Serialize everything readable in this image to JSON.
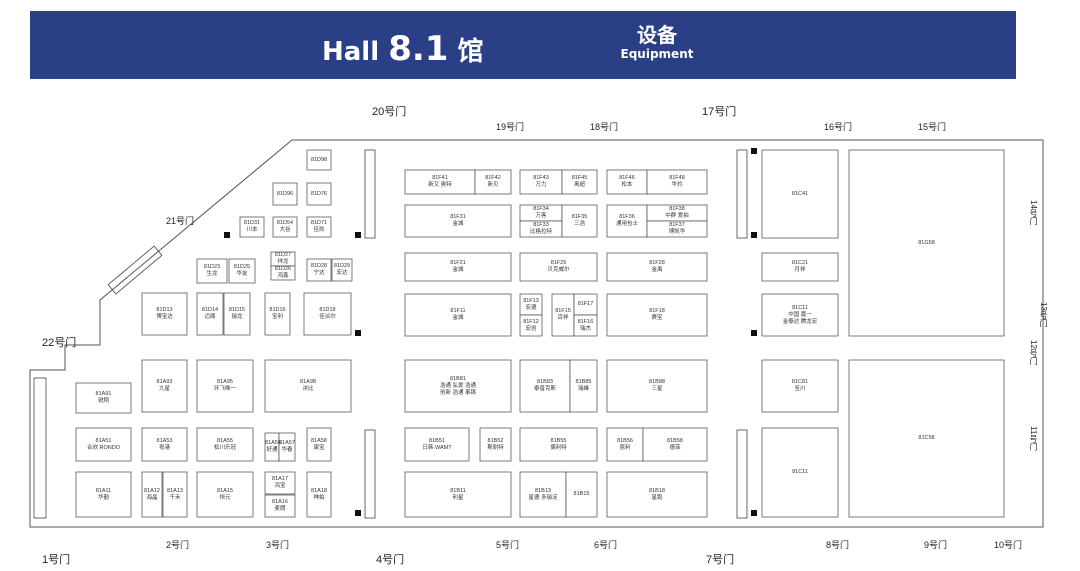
{
  "banner": {
    "hall_prefix": "Hall ",
    "hall_number": "8.1",
    "hall_suffix": " 馆",
    "category_zh": "设备",
    "category_en": "Equipment"
  },
  "colors": {
    "banner": "#2b3f86",
    "booth_border": "#444444",
    "wall": "#555555"
  },
  "gates": [
    {
      "id": "g1",
      "label": "1号门"
    },
    {
      "id": "g2",
      "label": "2号门"
    },
    {
      "id": "g3",
      "label": "3号门"
    },
    {
      "id": "g4",
      "label": "4号门"
    },
    {
      "id": "g5",
      "label": "5号门"
    },
    {
      "id": "g6",
      "label": "6号门"
    },
    {
      "id": "g7",
      "label": "7号门"
    },
    {
      "id": "g8",
      "label": "8号门"
    },
    {
      "id": "g9",
      "label": "9号门"
    },
    {
      "id": "g10",
      "label": "10号门"
    },
    {
      "id": "g11",
      "label": "11号门"
    },
    {
      "id": "g12",
      "label": "12号门"
    },
    {
      "id": "g13",
      "label": "13号门"
    },
    {
      "id": "g14",
      "label": "14号门"
    },
    {
      "id": "g15",
      "label": "15号门"
    },
    {
      "id": "g16",
      "label": "16号门"
    },
    {
      "id": "g17",
      "label": "17号门"
    },
    {
      "id": "g18",
      "label": "18号门"
    },
    {
      "id": "g19",
      "label": "19号门"
    },
    {
      "id": "g20",
      "label": "20号门"
    },
    {
      "id": "g21",
      "label": "21号门"
    },
    {
      "id": "g22",
      "label": "22号门"
    }
  ],
  "booths": [
    {
      "id": "b81D98",
      "text": "81D98"
    },
    {
      "id": "b81D96",
      "text": "81D96"
    },
    {
      "id": "b81D76",
      "text": "81D76"
    },
    {
      "id": "b81D31",
      "text": "81D31\n川本"
    },
    {
      "id": "b81D54",
      "text": "81D54\n大谷"
    },
    {
      "id": "b81D71",
      "text": "81D71\n佳凯"
    },
    {
      "id": "b81D23",
      "text": "81D23\n生龙"
    },
    {
      "id": "b81D25",
      "text": "81D25\n华友"
    },
    {
      "id": "b81D27",
      "text": "81D27\n祥龙"
    },
    {
      "id": "b81D26",
      "text": "81D26\n鸿鑫"
    },
    {
      "id": "b81D28",
      "text": "81D28\n宁达"
    },
    {
      "id": "b81D29",
      "text": "81D29\n宏达"
    },
    {
      "id": "b81D13",
      "text": "81D13\n博宝达"
    },
    {
      "id": "b81D14",
      "text": "81D14\n迈阁"
    },
    {
      "id": "b81D15",
      "text": "81D15\n瑞龙"
    },
    {
      "id": "b81D16",
      "text": "81D16\n宝利"
    },
    {
      "id": "b81D18",
      "text": "81D18\n佳派尔"
    },
    {
      "id": "b81A91",
      "text": "81A91\n锐翔"
    },
    {
      "id": "b81A93",
      "text": "81A93\n九星"
    },
    {
      "id": "b81A95",
      "text": "81A95\n环飞唯一"
    },
    {
      "id": "b81A98",
      "text": "81A98\n沐比"
    },
    {
      "id": "b81A51",
      "text": "81A51\n合欣 RONDO"
    },
    {
      "id": "b81A53",
      "text": "81A53\n粤港"
    },
    {
      "id": "b81A55",
      "text": "81A55\n松川乐冠"
    },
    {
      "id": "b81A56",
      "text": "81A56\n好通"
    },
    {
      "id": "b81A57",
      "text": "81A57\n华春"
    },
    {
      "id": "b81A58",
      "text": "81A58\n康宝"
    },
    {
      "id": "b81A11",
      "text": "81A11\n华勤"
    },
    {
      "id": "b81A12",
      "text": "81A12\n海晶"
    },
    {
      "id": "b81A13",
      "text": "81A13\n千禾"
    },
    {
      "id": "b81A15",
      "text": "81A15\n恒元"
    },
    {
      "id": "b81A17",
      "text": "81A17\n鸿宝"
    },
    {
      "id": "b81A16",
      "text": "81A16\n麦朗"
    },
    {
      "id": "b81A18",
      "text": "81A18\n神拍"
    },
    {
      "id": "b81F41",
      "text": "81F41\n新又 奥特"
    },
    {
      "id": "b81F42",
      "text": "81F42\n新贝"
    },
    {
      "id": "b81F43",
      "text": "81F43\n万力"
    },
    {
      "id": "b81F45",
      "text": "81F45\n奥超"
    },
    {
      "id": "b81F46",
      "text": "81F46\n松本"
    },
    {
      "id": "b81F48",
      "text": "81F48\n华灼"
    },
    {
      "id": "b81F31",
      "text": "81F31\n金城"
    },
    {
      "id": "b81F34",
      "text": "81F34\n万客"
    },
    {
      "id": "b81F33",
      "text": "81F33\n比格拉特"
    },
    {
      "id": "b81F35",
      "text": "81F35\n三浩"
    },
    {
      "id": "b81F36",
      "text": "81F36\n通用包士"
    },
    {
      "id": "b81F38",
      "text": "81F38\n中群 爱拍"
    },
    {
      "id": "b81F37",
      "text": "81F37\n博凯华"
    },
    {
      "id": "b81F21",
      "text": "81F21\n金城"
    },
    {
      "id": "b81F25",
      "text": "81F25\n贝克威尔"
    },
    {
      "id": "b81F28",
      "text": "81F28\n金禹"
    },
    {
      "id": "b81F11",
      "text": "81F11\n金城"
    },
    {
      "id": "b81F13",
      "text": "81F13\n宏德"
    },
    {
      "id": "b81F12",
      "text": "81F12\n宏创"
    },
    {
      "id": "b81F15",
      "text": "81F15\n百祥"
    },
    {
      "id": "b81F17",
      "text": "81F17"
    },
    {
      "id": "b81F16",
      "text": "81F16\n瑞杰"
    },
    {
      "id": "b81F18",
      "text": "81F18\n赛宝"
    },
    {
      "id": "b81B81",
      "text": "81B81\n浩通 弘爱 浩通\n创新 浩通 事铸"
    },
    {
      "id": "b81B83",
      "text": "81B83\n泰普克斯"
    },
    {
      "id": "b81B85",
      "text": "81B85\n瑞峰"
    },
    {
      "id": "b81B88",
      "text": "81B88\n三星"
    },
    {
      "id": "b81B51",
      "text": "81B51\n日韩 WAMT"
    },
    {
      "id": "b81B52",
      "text": "81B52\n斯耐特"
    },
    {
      "id": "b81B55",
      "text": "81B55\n偶利特"
    },
    {
      "id": "b81B56",
      "text": "81B56\n恩利"
    },
    {
      "id": "b81B58",
      "text": "81B58\n德菲"
    },
    {
      "id": "b81B11",
      "text": "81B11\n利星"
    },
    {
      "id": "b81B13",
      "text": "81B13\n星德 多瑞淀"
    },
    {
      "id": "b81B15",
      "text": "81B15"
    },
    {
      "id": "b81B18",
      "text": "81B18\n星跑"
    },
    {
      "id": "b81C41",
      "text": "81C41"
    },
    {
      "id": "b81C21",
      "text": "81C21\n月祥"
    },
    {
      "id": "b81C11",
      "text": "81C11\n中国 嘉一\n金泰达 腾龙宏"
    },
    {
      "id": "b81C81",
      "text": "81C81\n圣川"
    },
    {
      "id": "b81C11b",
      "text": "81C11"
    },
    {
      "id": "b81G58",
      "text": "81G58"
    },
    {
      "id": "b81C58",
      "text": "81C58"
    }
  ]
}
